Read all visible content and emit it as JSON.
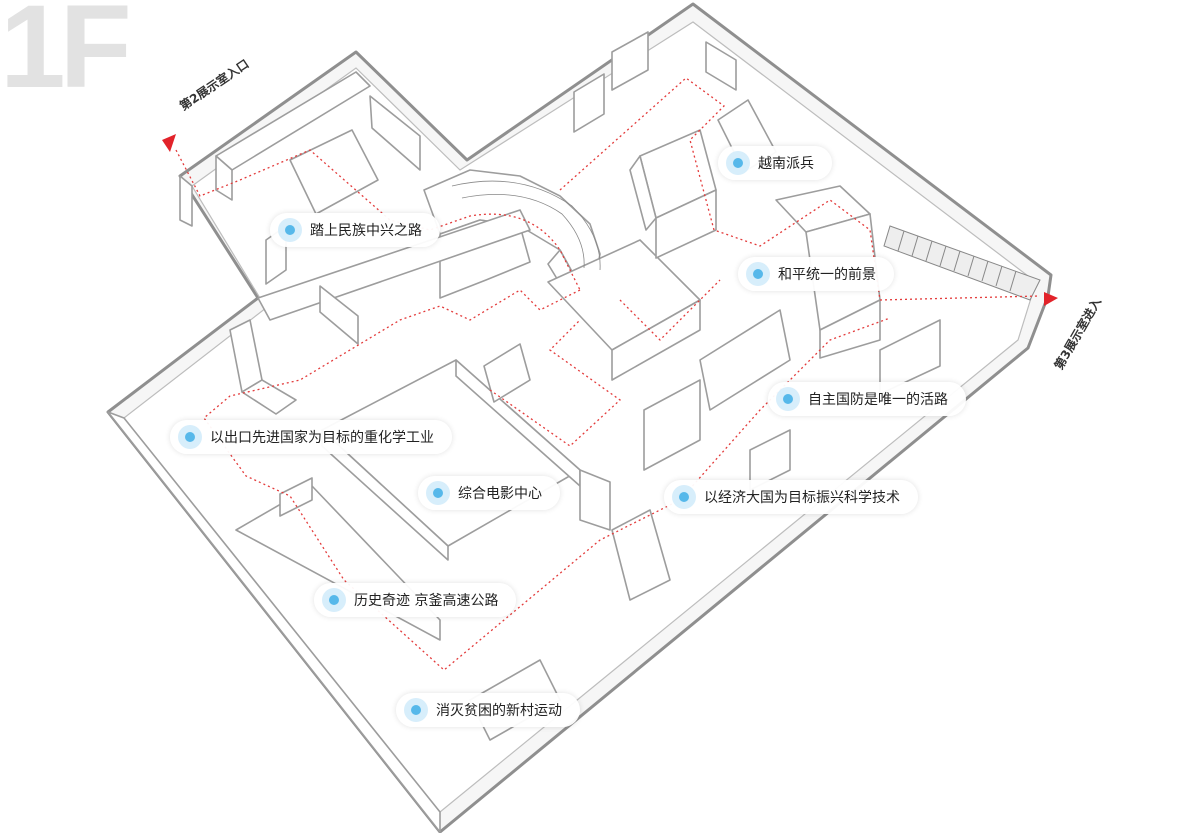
{
  "floor": {
    "label": "1F"
  },
  "entrances": {
    "exhibition2_entrance": "第2展示室入口",
    "exhibition3_entry": "第3展示室进入"
  },
  "exhibits": [
    {
      "id": "road-of-national-revival",
      "label": "踏上民族中兴之路"
    },
    {
      "id": "vietnam-dispatch",
      "label": "越南派兵"
    },
    {
      "id": "peaceful-unification",
      "label": "和平统一的前景"
    },
    {
      "id": "heavy-chemical-industry",
      "label": "以出口先进国家为目标的重化学工业"
    },
    {
      "id": "self-defense",
      "label": "自主国防是唯一的活路"
    },
    {
      "id": "film-center",
      "label": "综合电影中心"
    },
    {
      "id": "science-technology",
      "label": "以经济大国为目标振兴科学技术"
    },
    {
      "id": "gyeongbu-expressway",
      "label": "历史奇迹 京釜高速公路"
    },
    {
      "id": "new-village-movement",
      "label": "消灭贫困的新村运动"
    }
  ],
  "colors": {
    "wall": "#8a8a8a",
    "floor": "#f5f5f5",
    "route": "#e33b3b",
    "marker": "#56b8ea",
    "floor_label": "#e2e2e2"
  }
}
